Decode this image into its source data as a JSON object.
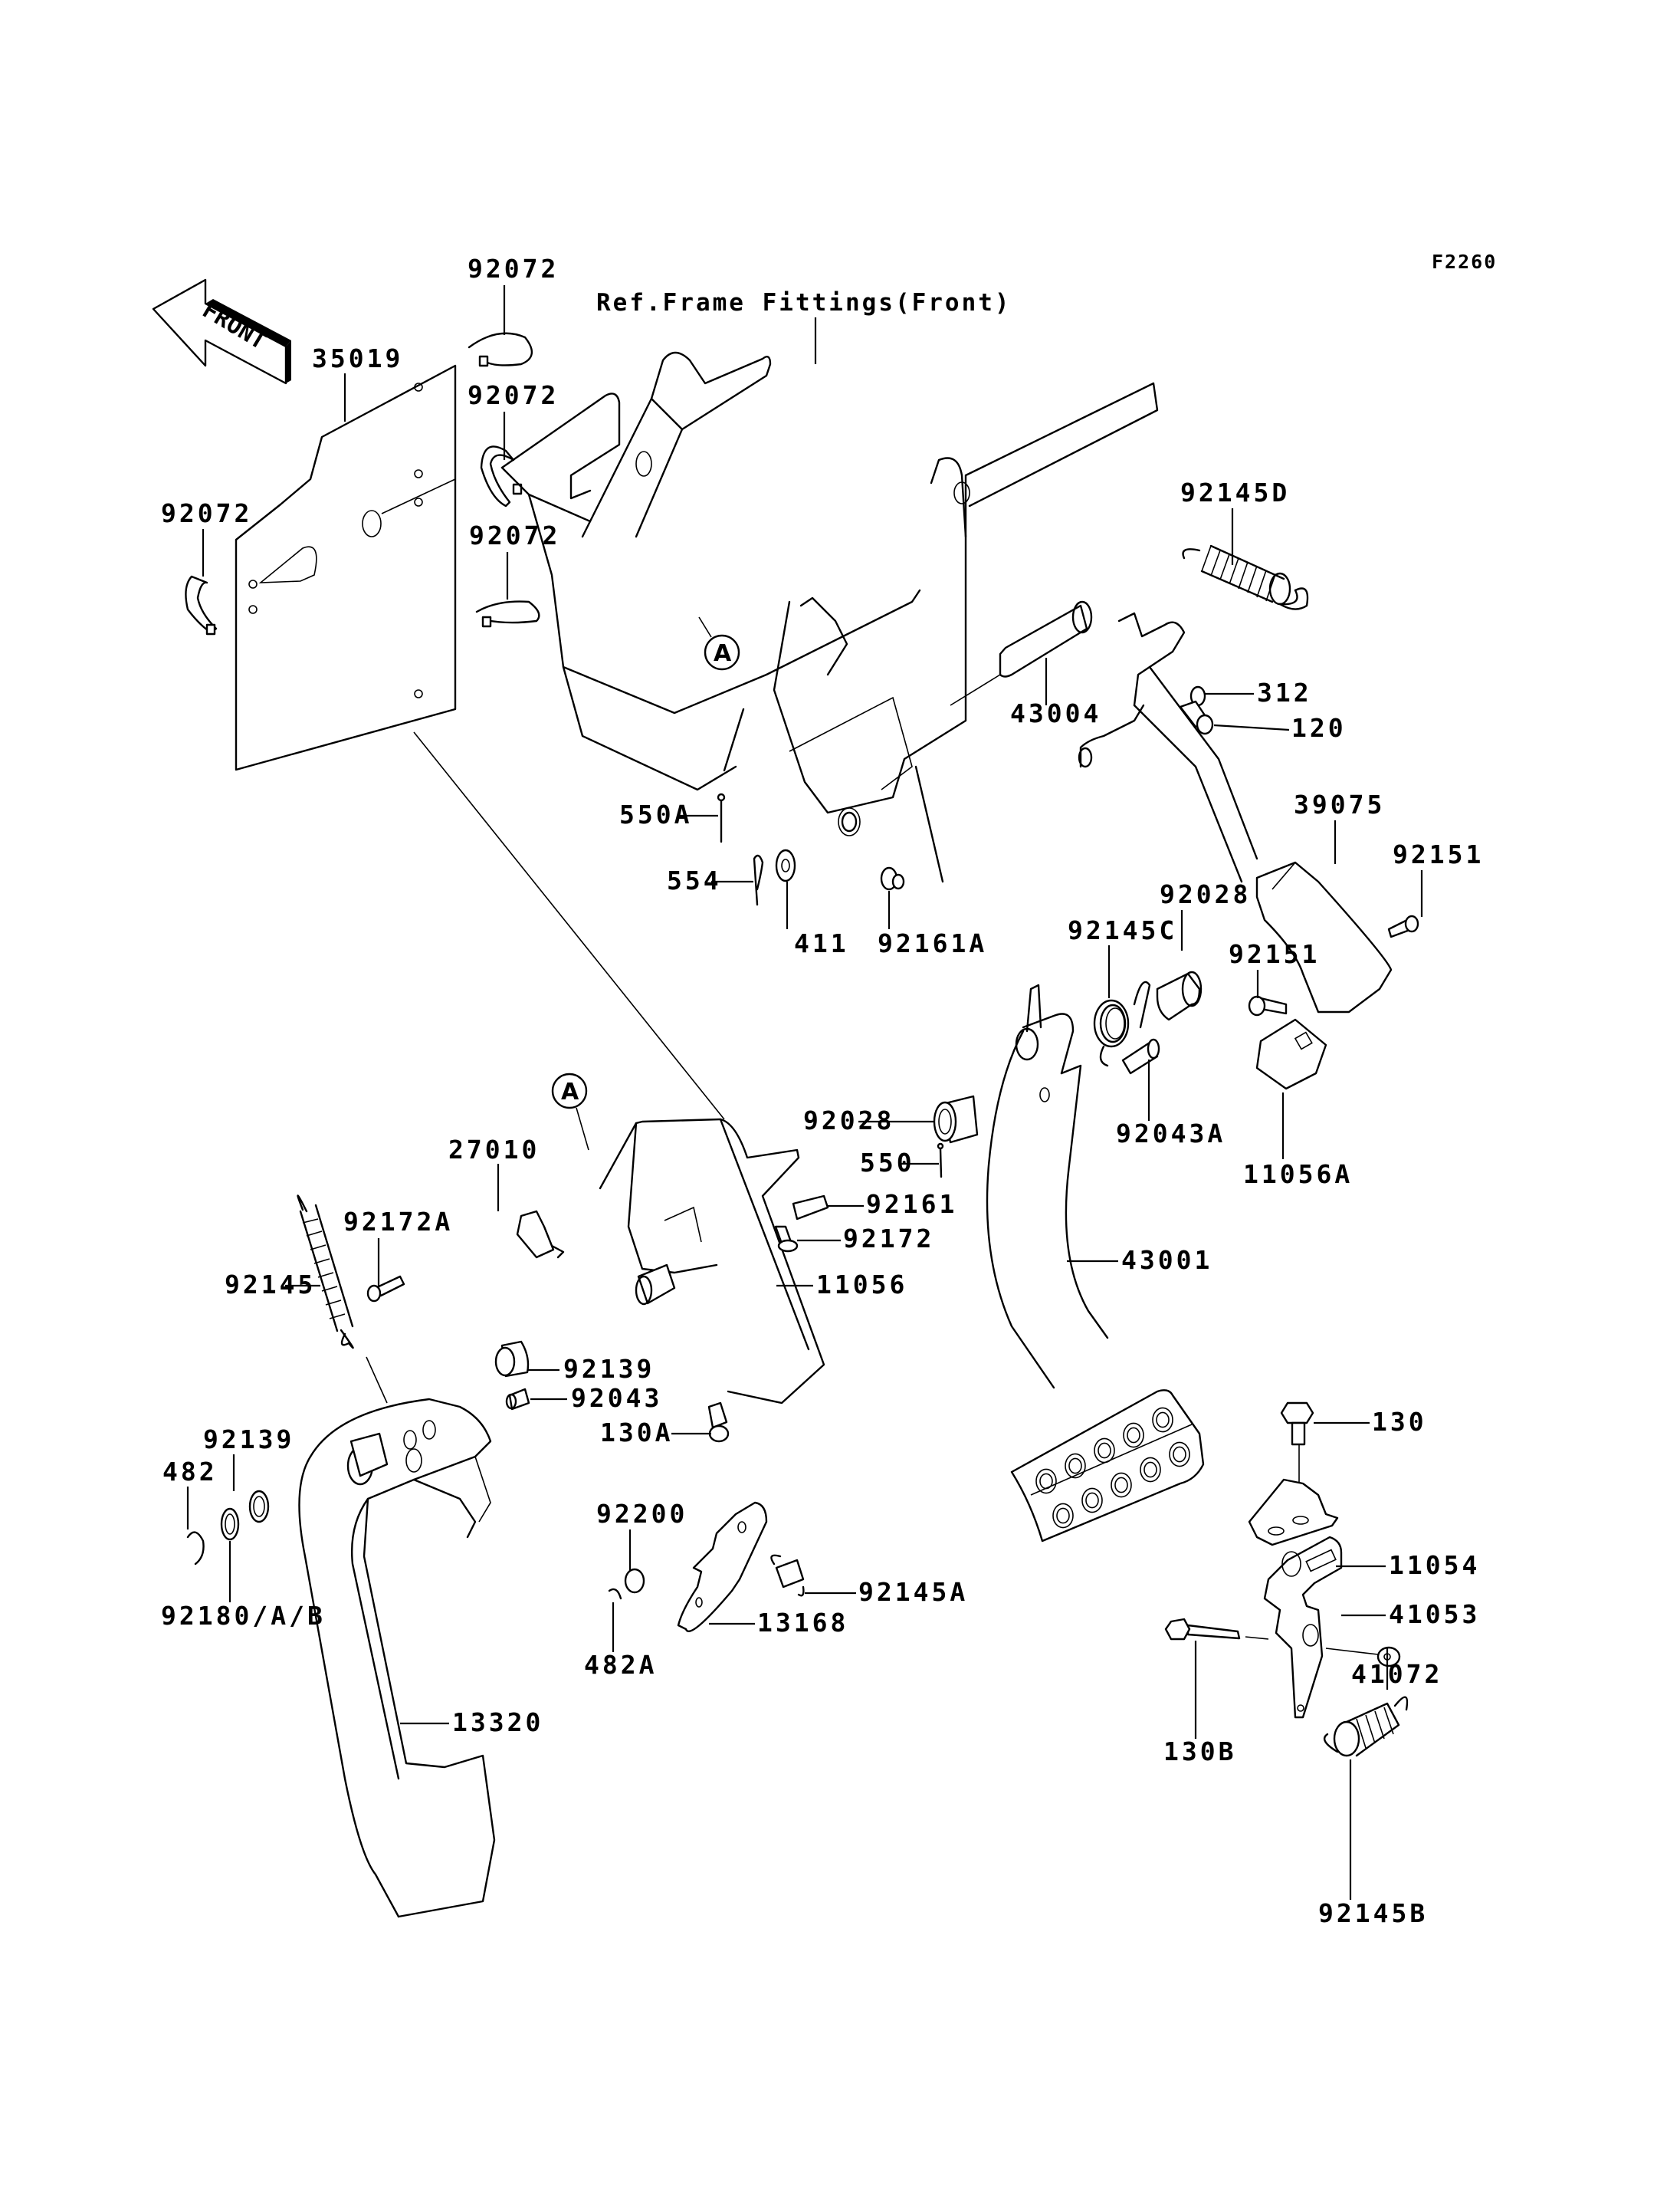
{
  "figure": {
    "code": "F2260",
    "direction_label": "FRONT",
    "reference_note": "Ref.Frame Fittings(Front)",
    "connection_marker": "A"
  },
  "callouts": [
    {
      "id": "92072-a",
      "label": "92072",
      "part": "band clamp"
    },
    {
      "id": "92072-b",
      "label": "92072",
      "part": "band clamp"
    },
    {
      "id": "92072-c",
      "label": "92072",
      "part": "band clamp"
    },
    {
      "id": "92072-d",
      "label": "92072",
      "part": "band clamp"
    },
    {
      "id": "35019",
      "label": "35019",
      "part": "cover plate"
    },
    {
      "id": "92145D",
      "label": "92145D",
      "part": "spring"
    },
    {
      "id": "312",
      "label": "312",
      "part": "nut"
    },
    {
      "id": "120",
      "label": "120",
      "part": "bolt"
    },
    {
      "id": "43004",
      "label": "43004",
      "part": "shaft"
    },
    {
      "id": "550A",
      "label": "550A",
      "part": "cotter pin"
    },
    {
      "id": "554",
      "label": "554",
      "part": "clip"
    },
    {
      "id": "411",
      "label": "411",
      "part": "washer"
    },
    {
      "id": "92161A",
      "label": "92161A",
      "part": "damper"
    },
    {
      "id": "39075",
      "label": "39075",
      "part": "cover"
    },
    {
      "id": "92151-a",
      "label": "92151",
      "part": "bolt"
    },
    {
      "id": "92151-b",
      "label": "92151",
      "part": "bolt"
    },
    {
      "id": "92028-a",
      "label": "92028",
      "part": "bushing"
    },
    {
      "id": "92145C",
      "label": "92145C",
      "part": "torsion spring"
    },
    {
      "id": "92028-b",
      "label": "92028",
      "part": "bushing"
    },
    {
      "id": "92043A",
      "label": "92043A",
      "part": "pin"
    },
    {
      "id": "550",
      "label": "550",
      "part": "cotter pin"
    },
    {
      "id": "11056A",
      "label": "11056A",
      "part": "bracket"
    },
    {
      "id": "27010",
      "label": "27010",
      "part": "switch"
    },
    {
      "id": "92172A",
      "label": "92172A",
      "part": "screw"
    },
    {
      "id": "92161",
      "label": "92161",
      "part": "damper"
    },
    {
      "id": "92172",
      "label": "92172",
      "part": "screw"
    },
    {
      "id": "92145",
      "label": "92145",
      "part": "spring"
    },
    {
      "id": "11056",
      "label": "11056",
      "part": "bracket"
    },
    {
      "id": "92139-a",
      "label": "92139",
      "part": "collar"
    },
    {
      "id": "92043",
      "label": "92043",
      "part": "pin"
    },
    {
      "id": "130A",
      "label": "130A",
      "part": "bolt"
    },
    {
      "id": "130",
      "label": "130",
      "part": "bolt"
    },
    {
      "id": "92139-b",
      "label": "92139",
      "part": "collar"
    },
    {
      "id": "482",
      "label": "482",
      "part": "circlip"
    },
    {
      "id": "11054",
      "label": "11054",
      "part": "bracket"
    },
    {
      "id": "92200",
      "label": "92200",
      "part": "washer"
    },
    {
      "id": "41053",
      "label": "41053",
      "part": "lever"
    },
    {
      "id": "92145A",
      "label": "92145A",
      "part": "spring"
    },
    {
      "id": "13168",
      "label": "13168",
      "part": "lever"
    },
    {
      "id": "482A",
      "label": "482A",
      "part": "circlip"
    },
    {
      "id": "92180AB",
      "label": "92180/A/B",
      "part": "shim"
    },
    {
      "id": "41072",
      "label": "41072",
      "part": "collar"
    },
    {
      "id": "130B",
      "label": "130B",
      "part": "bolt"
    },
    {
      "id": "13320",
      "label": "13320",
      "part": "clutch pedal"
    },
    {
      "id": "43001",
      "label": "43001",
      "part": "brake pedal"
    },
    {
      "id": "92145B",
      "label": "92145B",
      "part": "spring"
    }
  ]
}
